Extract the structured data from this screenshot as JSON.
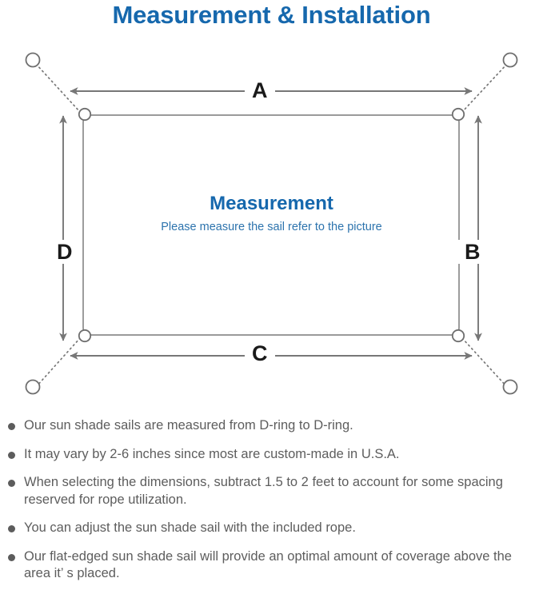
{
  "page": {
    "title": "Measurement & Installation",
    "title_color": "#1668ad",
    "background": "#ffffff"
  },
  "diagram": {
    "center_title": "Measurement",
    "center_subtitle": "Please measure the sail refer to the picture",
    "center_title_color": "#1668ad",
    "center_subtitle_color": "#2c73ad",
    "line_color": "#808080",
    "sail_stroke": "#8c8c8c",
    "dimension_labels": [
      {
        "name": "top",
        "label": "A"
      },
      {
        "name": "right",
        "label": "B"
      },
      {
        "name": "bottom",
        "label": "C"
      },
      {
        "name": "left",
        "label": "D"
      }
    ],
    "d_rings": [
      {
        "name": "top-left"
      },
      {
        "name": "top-right"
      },
      {
        "name": "bottom-left"
      },
      {
        "name": "bottom-right"
      }
    ],
    "anchor_points": [
      {
        "name": "top-left"
      },
      {
        "name": "top-right"
      },
      {
        "name": "bottom-left"
      },
      {
        "name": "bottom-right"
      }
    ]
  },
  "notes": {
    "bullet_color": "#5c5c5c",
    "items": [
      "Our sun shade sails are measured from D-ring to D-ring.",
      "It may vary by 2-6 inches since most are custom-made in U.S.A.",
      "When selecting the dimensions, subtract 1.5 to 2 feet to account for some spacing reserved for rope utilization.",
      "You can adjust the sun shade sail with the included rope.",
      "Our flat-edged sun shade sail will provide an optimal amount of coverage above the area it’ s placed."
    ]
  }
}
